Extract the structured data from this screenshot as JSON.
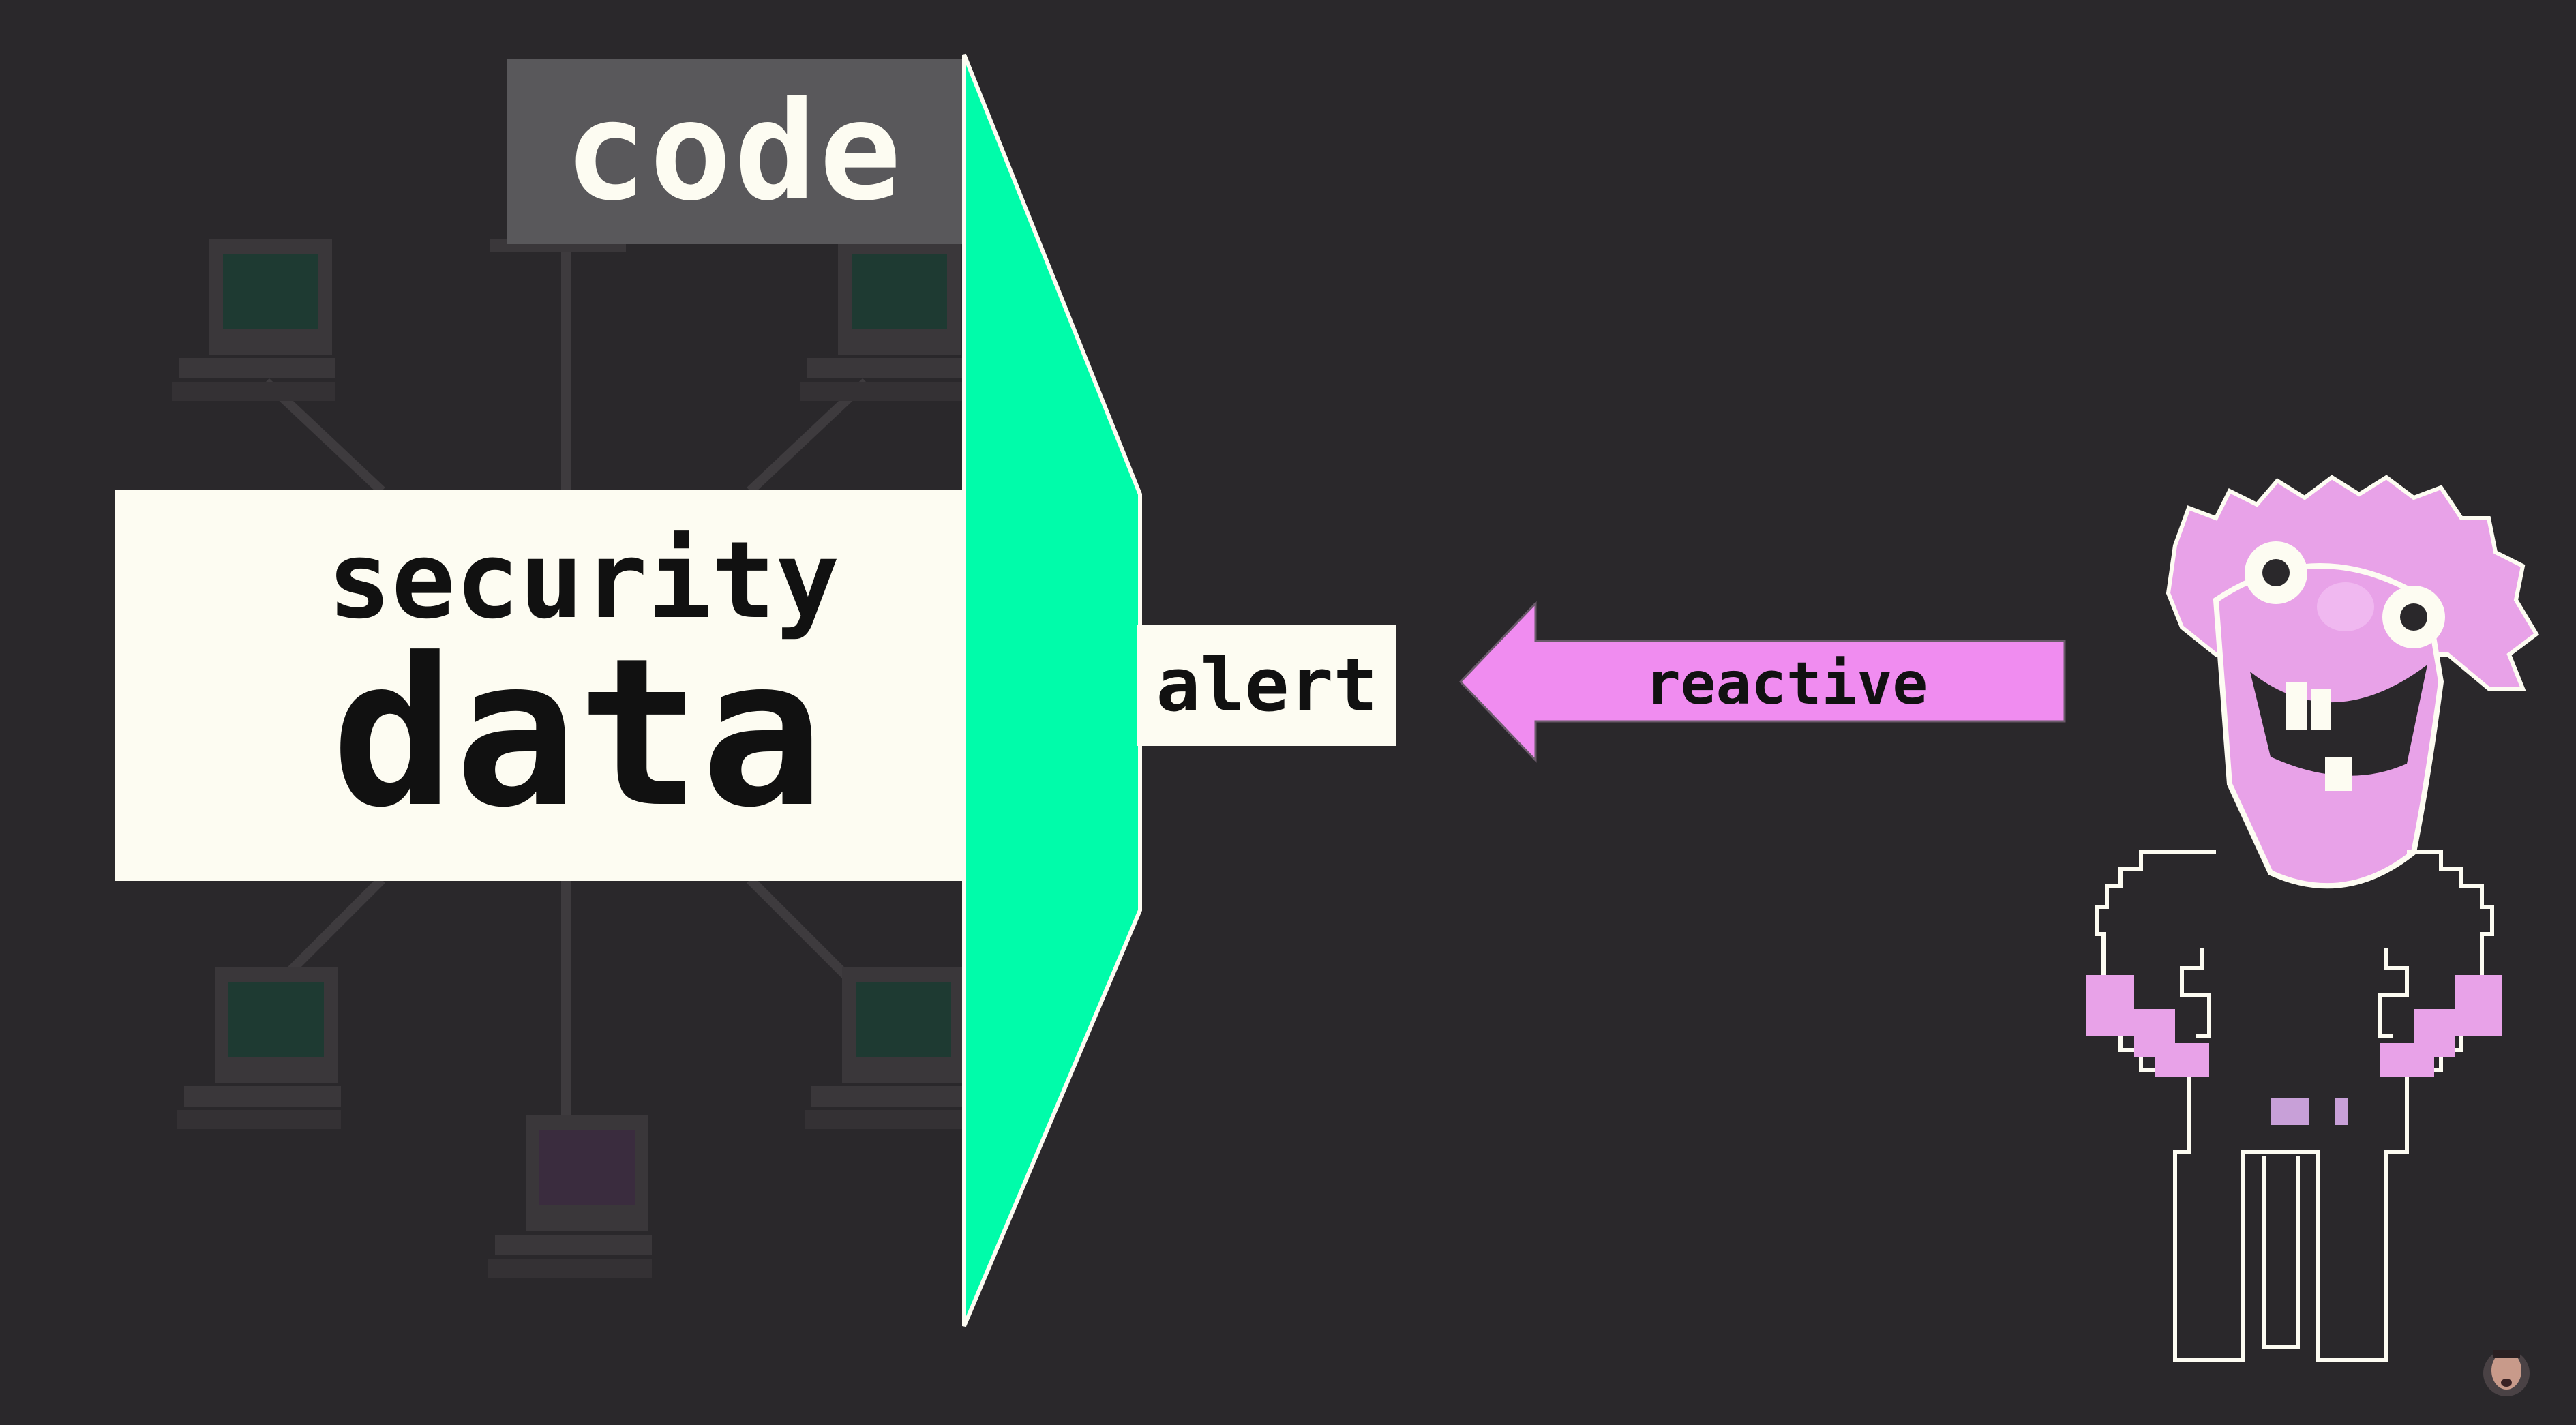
{
  "slide": {
    "code_label": "code",
    "security_label": "security",
    "data_label": "data",
    "alert_label": "alert",
    "reactive_label": "reactive"
  },
  "colors": {
    "background": "#2a282b",
    "funnel": "#00fcaa",
    "arrow": "#f08cf0",
    "box_light": "#fdfcf2",
    "box_dark": "#59585b",
    "network_lines": "#3e3b3e",
    "computer": "#3a373a",
    "screen_green": "#1e3a32",
    "screen_purple": "#3a2c3e"
  },
  "icons": {
    "network_computers": "computer-icon",
    "character": "puppet-character-illustration",
    "avatar": "presenter-avatar"
  }
}
